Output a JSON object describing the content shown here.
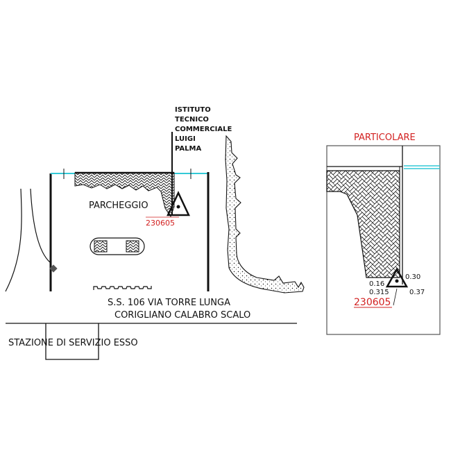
{
  "labels": {
    "istituto_lines": [
      "ISTITUTO",
      "TECNICO",
      "COMMERCIALE",
      "LUIGI",
      "PALMA"
    ],
    "parcheggio": "PARCHEGGIO",
    "point_code": "230605",
    "road_line1": "S.S. 106 VIA TORRE LUNGA",
    "road_line2": "CORIGLIANO CALABRO SCALO",
    "stazione": "STAZIONE DI SERVIZIO ESSO"
  },
  "detail": {
    "title": "PARTICOLARE",
    "point_code": "230605",
    "dimensions": {
      "d1": "0.16",
      "d2": "0.315",
      "d3": "0.30",
      "d4": "0.37"
    }
  },
  "colors": {
    "line": "#111111",
    "red_text": "#d21f1f",
    "cyan_line": "#33c9d6",
    "detail_frame": "#555555"
  },
  "icons": {
    "survey_marker": "triangle-with-dot-icon"
  }
}
